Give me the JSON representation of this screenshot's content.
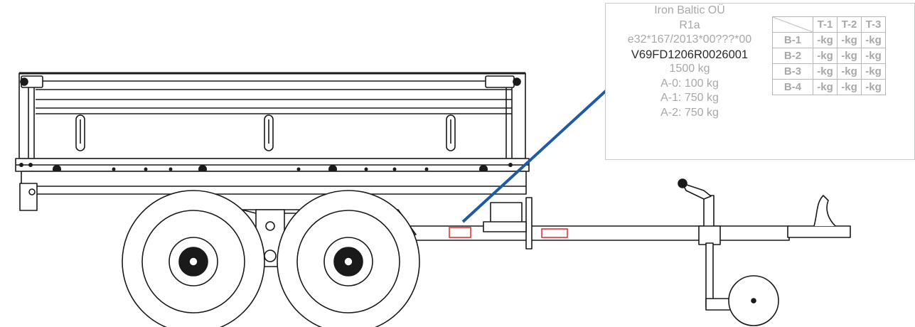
{
  "plate": {
    "lines": [
      "Iron Baltic OÜ",
      "R1a",
      "e32*167/2013*00???*00",
      "V69FD1206R0026001",
      "1500 kg",
      "A-0: 100 kg",
      "A-1: 750 kg",
      "A-2: 750 kg"
    ],
    "table": {
      "columns": [
        "T-1",
        "T-2",
        "T-3"
      ],
      "rows": [
        {
          "label": "B-1",
          "cells": [
            "-kg",
            "-kg",
            "-kg"
          ]
        },
        {
          "label": "B-2",
          "cells": [
            "-kg",
            "-kg",
            "-kg"
          ]
        },
        {
          "label": "B-3",
          "cells": [
            "-kg",
            "-kg",
            "-kg"
          ]
        },
        {
          "label": "B-4",
          "cells": [
            "-kg",
            "-kg",
            "-kg"
          ]
        }
      ]
    }
  },
  "colors": {
    "leader_line": "#1f5aa6",
    "marker": "#e0353b",
    "outline": "#1a1a1a",
    "plate_text": "#a8a8a8"
  }
}
